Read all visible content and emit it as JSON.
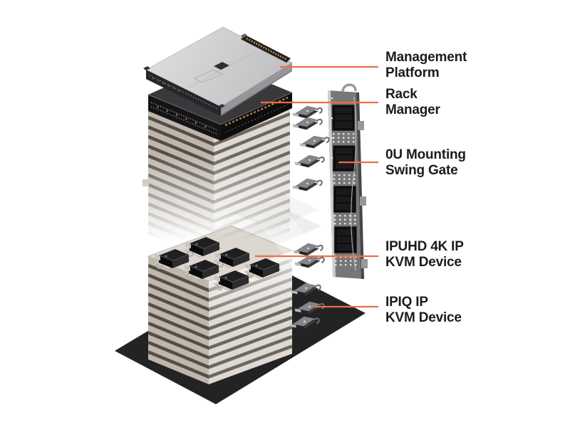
{
  "page": {
    "background": "#ffffff"
  },
  "colors": {
    "accent": "#ED6F47",
    "text": "#1c1c1c"
  },
  "callouts": {
    "items": [
      {
        "id": "management-platform",
        "line1": "Management",
        "line2": "Platform"
      },
      {
        "id": "rack-manager",
        "line1": "Rack",
        "line2": "Manager"
      },
      {
        "id": "swing-gate",
        "line1": "0U Mounting",
        "line2": "Swing Gate"
      },
      {
        "id": "ipuhd-kvm",
        "line1": "IPUHD 4K IP",
        "line2": "KVM Device"
      },
      {
        "id": "ipiq-kvm",
        "line1": "IPIQ IP",
        "line2": "KVM Device"
      }
    ]
  }
}
